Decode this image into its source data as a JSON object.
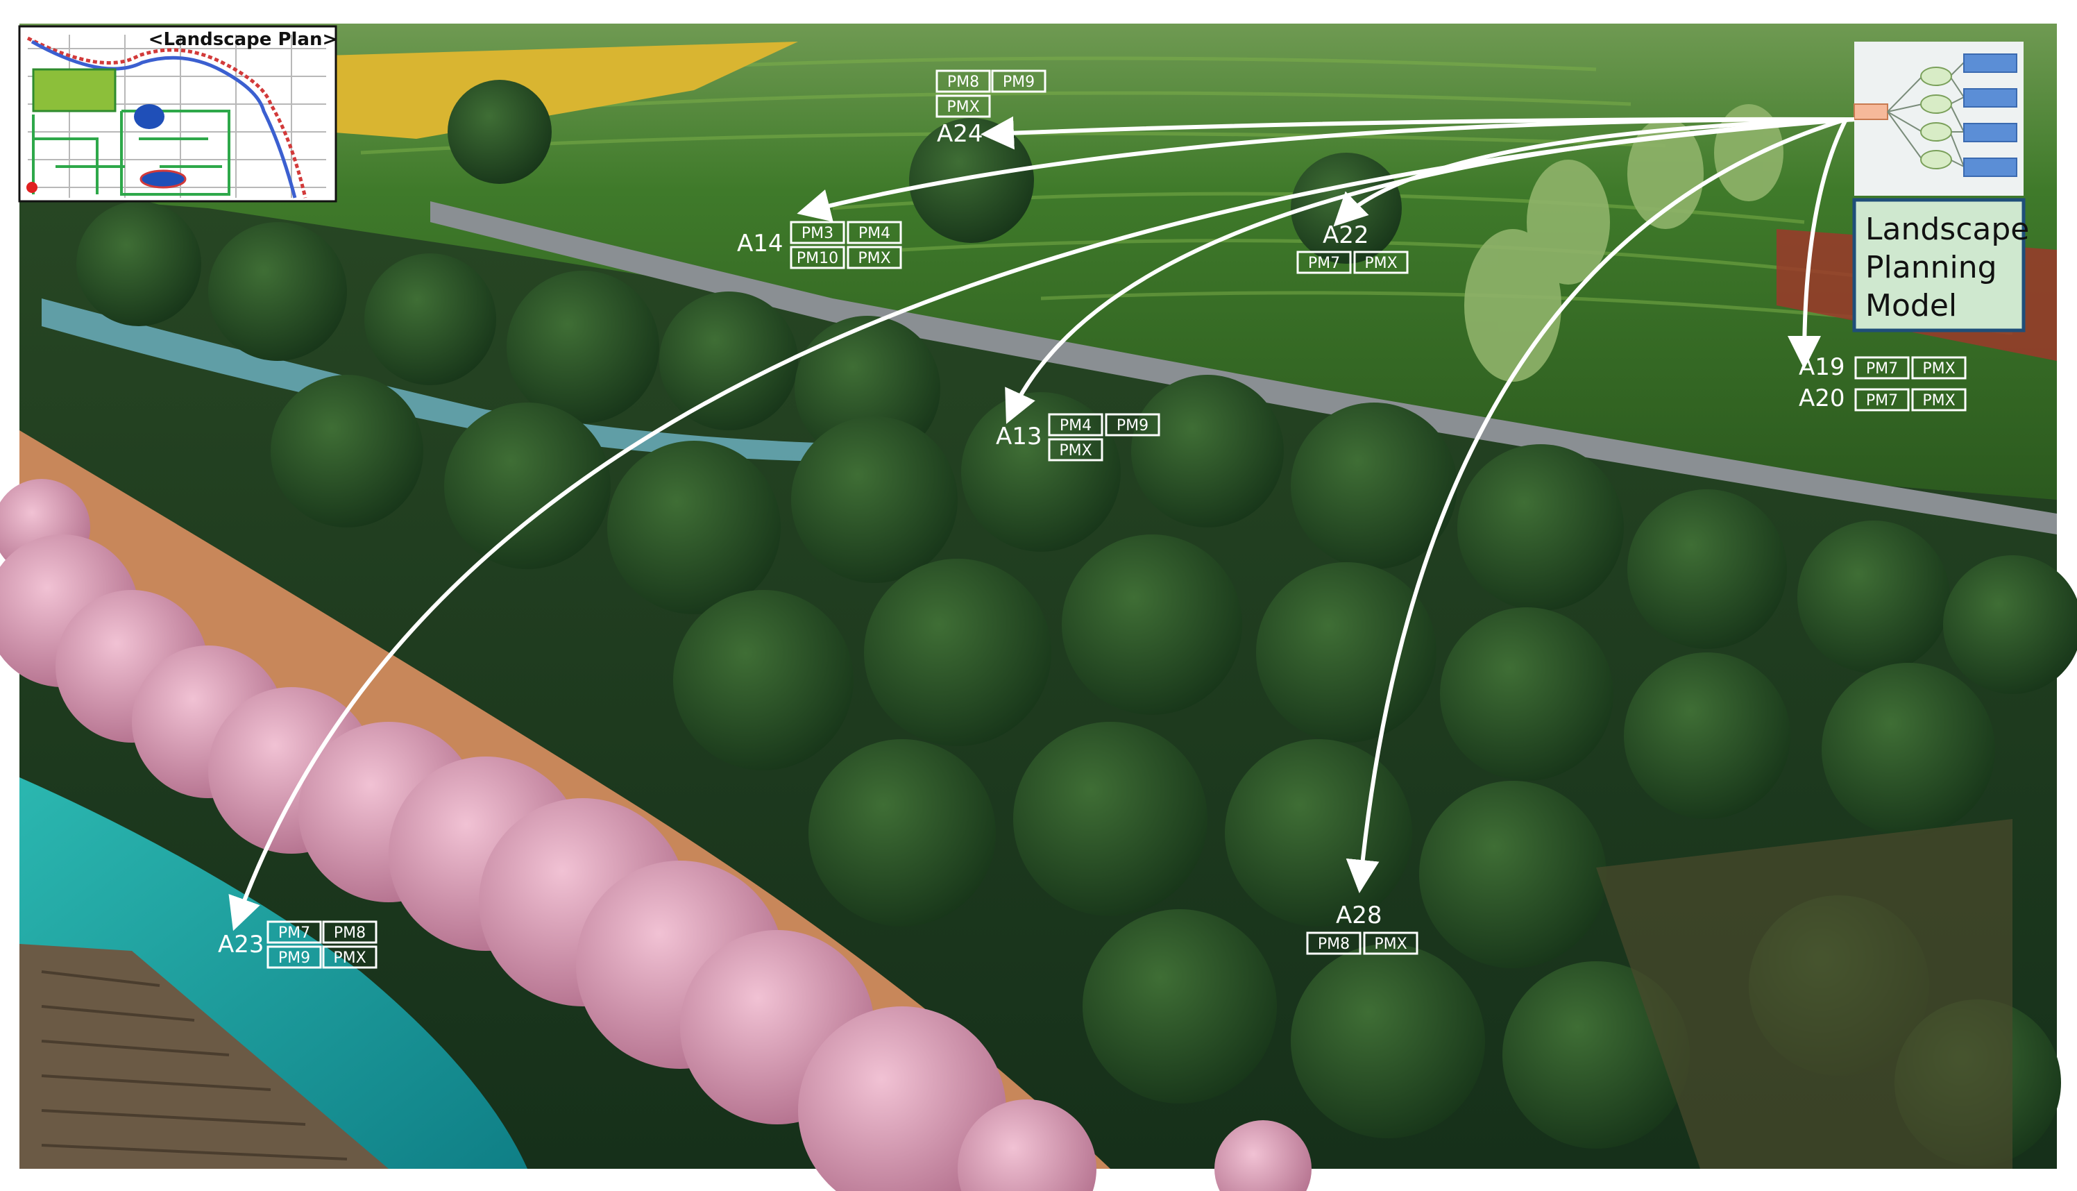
{
  "inset": {
    "title": "<Landscape Plan>"
  },
  "model": {
    "line1": "Landscape",
    "line2": "Planning",
    "line3": "Model"
  },
  "areas": {
    "a24": {
      "name": "A24",
      "tags": [
        "PM8",
        "PM9",
        "PMX"
      ]
    },
    "a14": {
      "name": "A14",
      "tags": [
        "PM3",
        "PM4",
        "PM10",
        "PMX"
      ]
    },
    "a22": {
      "name": "A22",
      "tags": [
        "PM7",
        "PMX"
      ]
    },
    "a13": {
      "name": "A13",
      "tags": [
        "PM4",
        "PM9",
        "PMX"
      ]
    },
    "a19": {
      "name": "A19",
      "tags": [
        "PM7",
        "PMX"
      ]
    },
    "a20": {
      "name": "A20",
      "tags": [
        "PM7",
        "PMX"
      ]
    },
    "a23": {
      "name": "A23",
      "tags": [
        "PM7",
        "PM8",
        "PM9",
        "PMX"
      ]
    },
    "a28": {
      "name": "A28",
      "tags": [
        "PM8",
        "PMX"
      ]
    }
  },
  "colors": {
    "arrow": "#ffffff",
    "model_box_fill": "#cfe8cf",
    "model_box_border": "#1f4e79",
    "blossom": "#d89bb4",
    "forest": "#1f3a1f",
    "field": "#4f8a2f",
    "path": "#c8875a",
    "water": "#1ba3a3"
  }
}
